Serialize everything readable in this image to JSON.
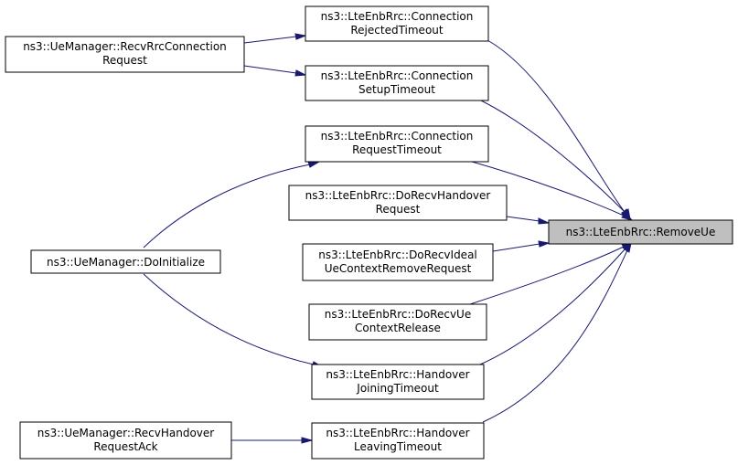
{
  "colors": {
    "edge": "#191970",
    "focus_fill": "#bfbfbf",
    "node_fill": "#ffffff",
    "node_stroke": "#000000"
  },
  "nodes": {
    "remove_ue": {
      "lines": [
        "ns3::LteEnbRrc::RemoveUe"
      ]
    },
    "conn_rejected_timeout": {
      "lines": [
        "ns3::LteEnbRrc::Connection",
        "RejectedTimeout"
      ]
    },
    "conn_setup_timeout": {
      "lines": [
        "ns3::LteEnbRrc::Connection",
        "SetupTimeout"
      ]
    },
    "conn_request_timeout": {
      "lines": [
        "ns3::LteEnbRrc::Connection",
        "RequestTimeout"
      ]
    },
    "do_recv_handover_request": {
      "lines": [
        "ns3::LteEnbRrc::DoRecvHandover",
        "Request"
      ]
    },
    "do_recv_ideal_ue_ctx_remove": {
      "lines": [
        "ns3::LteEnbRrc::DoRecvIdeal",
        "UeContextRemoveRequest"
      ]
    },
    "do_recv_ue_ctx_release": {
      "lines": [
        "ns3::LteEnbRrc::DoRecvUe",
        "ContextRelease"
      ]
    },
    "handover_joining_timeout": {
      "lines": [
        "ns3::LteEnbRrc::Handover",
        "JoiningTimeout"
      ]
    },
    "handover_leaving_timeout": {
      "lines": [
        "ns3::LteEnbRrc::Handover",
        "LeavingTimeout"
      ]
    },
    "recv_rrc_conn_request": {
      "lines": [
        "ns3::UeManager::RecvRrcConnection",
        "Request"
      ]
    },
    "do_initialize": {
      "lines": [
        "ns3::UeManager::DoInitialize"
      ]
    },
    "recv_handover_request_ack": {
      "lines": [
        "ns3::UeManager::RecvHandover",
        "RequestAck"
      ]
    }
  },
  "edges": [
    {
      "from": "conn_rejected_timeout",
      "to": "remove_ue"
    },
    {
      "from": "conn_setup_timeout",
      "to": "remove_ue"
    },
    {
      "from": "conn_request_timeout",
      "to": "remove_ue"
    },
    {
      "from": "do_recv_handover_request",
      "to": "remove_ue"
    },
    {
      "from": "do_recv_ideal_ue_ctx_remove",
      "to": "remove_ue"
    },
    {
      "from": "do_recv_ue_ctx_release",
      "to": "remove_ue"
    },
    {
      "from": "handover_joining_timeout",
      "to": "remove_ue"
    },
    {
      "from": "handover_leaving_timeout",
      "to": "remove_ue"
    },
    {
      "from": "recv_rrc_conn_request",
      "to": "conn_rejected_timeout"
    },
    {
      "from": "recv_rrc_conn_request",
      "to": "conn_setup_timeout"
    },
    {
      "from": "do_initialize",
      "to": "conn_request_timeout"
    },
    {
      "from": "do_initialize",
      "to": "handover_joining_timeout"
    },
    {
      "from": "recv_handover_request_ack",
      "to": "handover_leaving_timeout"
    }
  ]
}
